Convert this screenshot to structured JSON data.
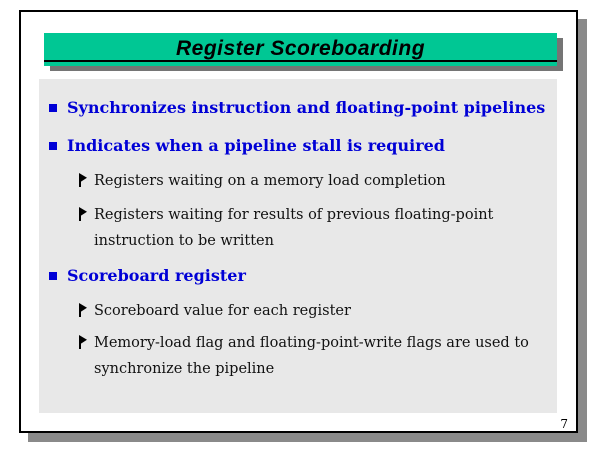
{
  "slide": {
    "title": "Register Scoreboarding",
    "page_number": "7",
    "bullets": [
      {
        "level": 1,
        "text": "Synchronizes instruction and floating-point pipelines"
      },
      {
        "level": 1,
        "text": "Indicates when a pipeline stall is required"
      },
      {
        "level": 2,
        "text": "Registers waiting on a memory load completion"
      },
      {
        "level": 2,
        "text": "Registers waiting for results of previous floating-point\ninstruction to be written"
      },
      {
        "level": 1,
        "text": "Scoreboard register"
      },
      {
        "level": 2,
        "text": "Scoreboard value for each register"
      },
      {
        "level": 2,
        "text": "Memory-load flag and floating-point-write flags are used to\nsynchronize the pipeline"
      }
    ]
  },
  "colors": {
    "title_bar": "#00c794",
    "title_shadow": "#757575",
    "page_shadow": "#8a8a8a",
    "panel_gray": "#e8e8e8",
    "bullet_blue": "#0000d6"
  }
}
